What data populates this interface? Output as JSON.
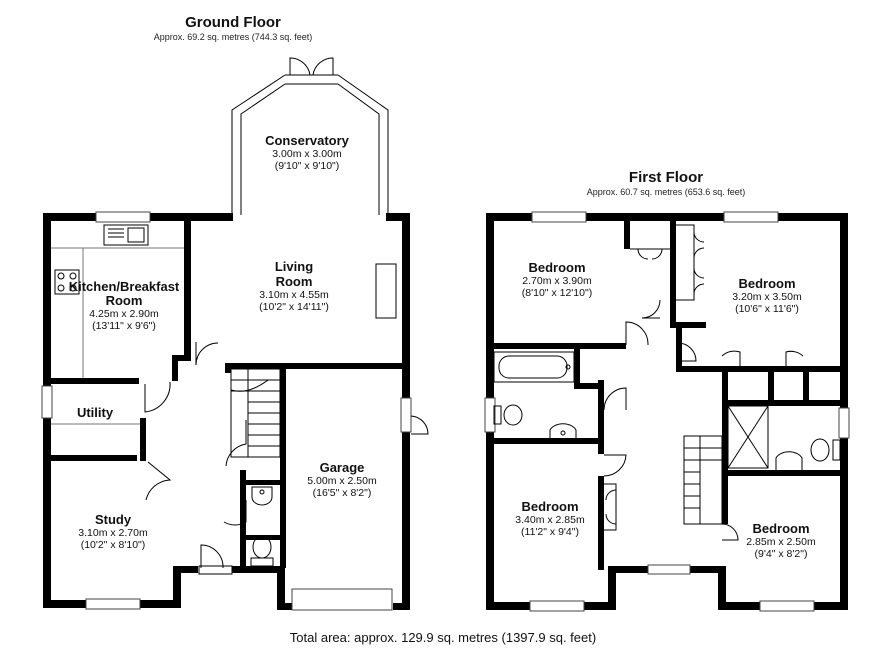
{
  "ground_floor": {
    "title": "Ground Floor",
    "area": "Approx. 69.2 sq. metres (744.3 sq. feet)",
    "rooms": {
      "conservatory": {
        "name": "Conservatory",
        "metric": "3.00m x 3.00m",
        "imperial": "(9'10\" x 9'10\")"
      },
      "living": {
        "name1": "Living",
        "name2": "Room",
        "metric": "3.10m x 4.55m",
        "imperial": "(10'2\" x 14'11\")"
      },
      "kitchen": {
        "name1": "Kitchen/Breakfast",
        "name2": "Room",
        "metric": "4.25m x 2.90m",
        "imperial": "(13'11\" x 9'6\")"
      },
      "utility": {
        "name": "Utility"
      },
      "study": {
        "name": "Study",
        "metric": "3.10m x 2.70m",
        "imperial": "(10'2\" x 8'10\")"
      },
      "garage": {
        "name": "Garage",
        "metric": "5.00m x 2.50m",
        "imperial": "(16'5\" x 8'2\")"
      }
    }
  },
  "first_floor": {
    "title": "First Floor",
    "area": "Approx. 60.7 sq. metres (653.6 sq. feet)",
    "rooms": {
      "bed1": {
        "name": "Bedroom",
        "metric": "2.70m x 3.90m",
        "imperial": "(8'10\" x 12'10\")"
      },
      "bed2": {
        "name": "Bedroom",
        "metric": "3.20m x 3.50m",
        "imperial": "(10'6\" x 11'6\")"
      },
      "bed3": {
        "name": "Bedroom",
        "metric": "3.40m x 2.85m",
        "imperial": "(11'2\" x 9'4\")"
      },
      "bed4": {
        "name": "Bedroom",
        "metric": "2.85m x 2.50m",
        "imperial": "(9'4\" x 8'2\")"
      }
    }
  },
  "total_area": "Total area: approx. 129.9 sq. metres (1397.9 sq. feet)"
}
